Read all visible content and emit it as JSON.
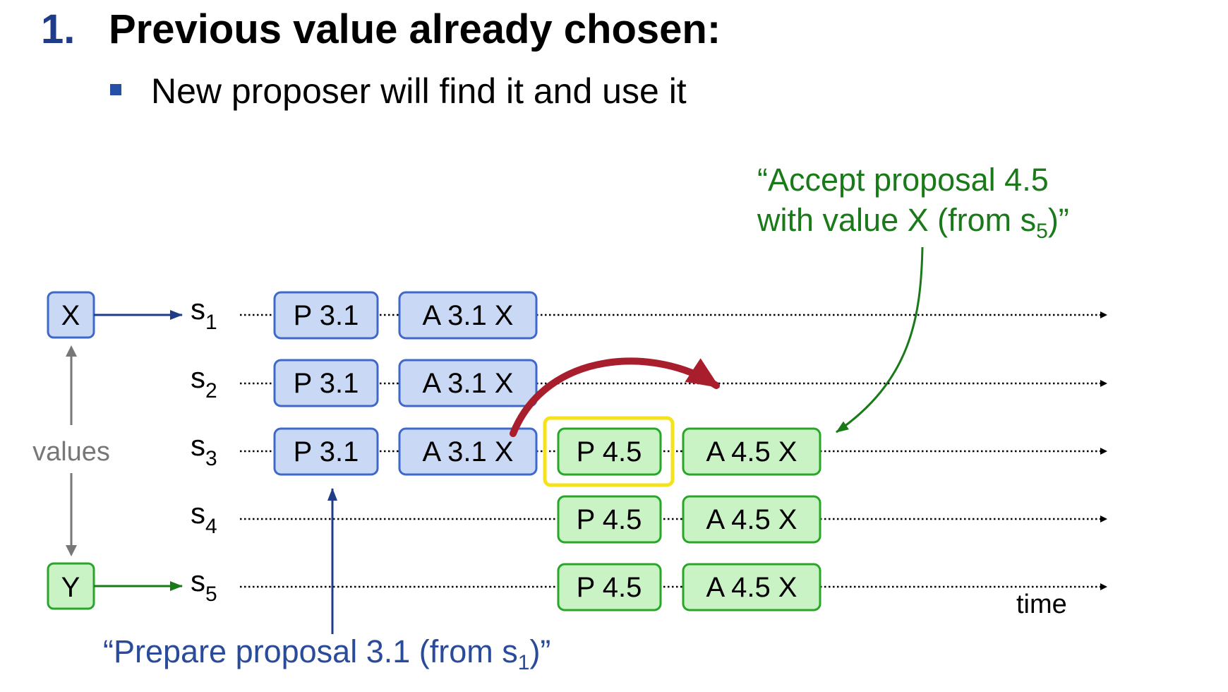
{
  "slide": {
    "number": "1.",
    "title": "Previous value already chosen:",
    "bullet": "New proposer will find it and use it"
  },
  "colors": {
    "title_number": "#1f3c88",
    "bullet": "#2650a8",
    "blue_box_fill": "#c9d8f5",
    "blue_box_stroke": "#3e68c9",
    "green_box_fill": "#c9f3c4",
    "green_box_stroke": "#2aa52a",
    "highlight": "#f5e21a",
    "curve_arrow": "#a81e2d",
    "green_text": "#1a7a1a",
    "blue_text": "#2a4a9a"
  },
  "values": {
    "x": "X",
    "y": "Y",
    "label": "values"
  },
  "servers": [
    {
      "letter": "s",
      "index": "1"
    },
    {
      "letter": "s",
      "index": "2"
    },
    {
      "letter": "s",
      "index": "3"
    },
    {
      "letter": "s",
      "index": "4"
    },
    {
      "letter": "s",
      "index": "5"
    }
  ],
  "boxes": {
    "p31": "P 3.1",
    "a31": "A 3.1 X",
    "p45": "P 4.5",
    "a45": "A 4.5 X"
  },
  "notes": {
    "accept_line1": "“Accept proposal 4.5",
    "accept_line2_prefix": "with value X (from s",
    "accept_sub": "5",
    "accept_suffix": ")”",
    "prepare_prefix": "“Prepare proposal 3.1 (from s",
    "prepare_sub": "1",
    "prepare_suffix": ")”"
  },
  "axis": {
    "time_label": "time"
  }
}
